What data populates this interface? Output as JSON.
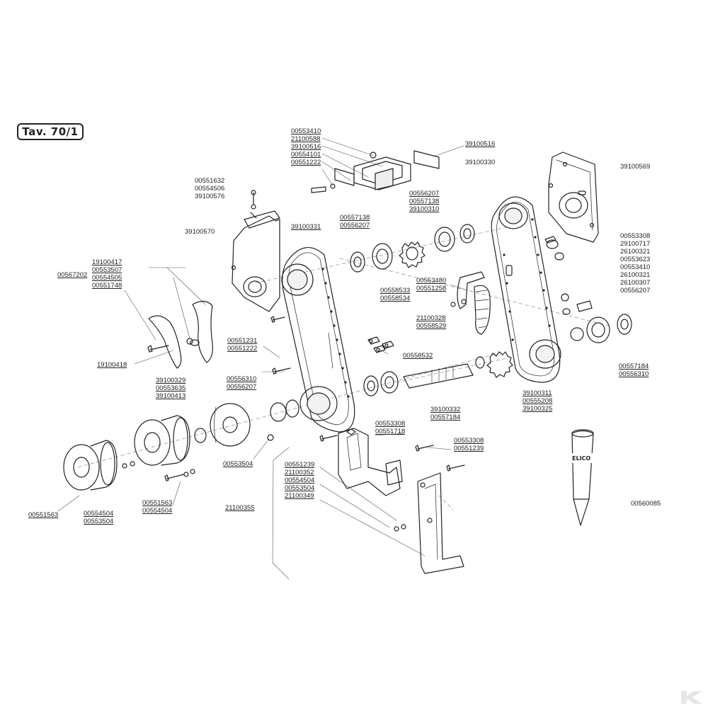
{
  "plate": {
    "title": "Tav. 70/1"
  },
  "tool_brand": "ELICO",
  "groups": {
    "top_bracket": [
      "00553410",
      "21100588",
      "39100516",
      "00554101",
      "00551222"
    ],
    "top_plate": [
      "39100516"
    ],
    "top_plate_2": [
      "39100330"
    ],
    "right_plate": [
      "39100569"
    ],
    "bolt_top_left": [
      "00551632",
      "00554506",
      "39100576"
    ],
    "left_housing": [
      "39100570"
    ],
    "chain_case_left": [
      "39100331"
    ],
    "bearing_set_top": [
      "00557138",
      "00556207"
    ],
    "bearing_set_mid": [
      "00556207",
      "00557138",
      "39100310"
    ],
    "right_side_list": [
      "00553308",
      "29100717",
      "26100321",
      "00553623",
      "00553410",
      "26100321",
      "26100307",
      "00556207"
    ],
    "blade_set": [
      "19100417",
      "00553507",
      "00554505",
      "00551748"
    ],
    "blade_ref": [
      "00567202"
    ],
    "tensioner": [
      "00553480",
      "00551258"
    ],
    "chain_links": [
      "00558533",
      "00558534"
    ],
    "chain": [
      "21100328",
      "00558529"
    ],
    "chain_joint": [
      "00558532"
    ],
    "blade_bottom": [
      "19100418"
    ],
    "bolts_mid": [
      "00551231",
      "00551222"
    ],
    "bearing_pair_mid": [
      "00556310",
      "00556207"
    ],
    "blade_parts": [
      "39100329",
      "00553635",
      "39100413"
    ],
    "bearing_right": [
      "00557184",
      "00556310"
    ],
    "shaft_right": [
      "39100311",
      "00555208",
      "39100325"
    ],
    "shaft_mid": [
      "39100332",
      "00557184"
    ],
    "bolt_pair_a": [
      "00553308",
      "00551718"
    ],
    "bolt_pair_b": [
      "00553308",
      "00551239"
    ],
    "hub_washer": [
      "00553504"
    ],
    "support_list": [
      "00551239",
      "21100352",
      "00554504",
      "00553504",
      "21100349"
    ],
    "hub_bolts": [
      "00551563",
      "00554504"
    ],
    "hub_left": [
      "00551563"
    ],
    "hub_left_washers": [
      "00554504",
      "00553504"
    ],
    "frame": [
      "21100355"
    ],
    "tool": [
      "00560085"
    ]
  }
}
